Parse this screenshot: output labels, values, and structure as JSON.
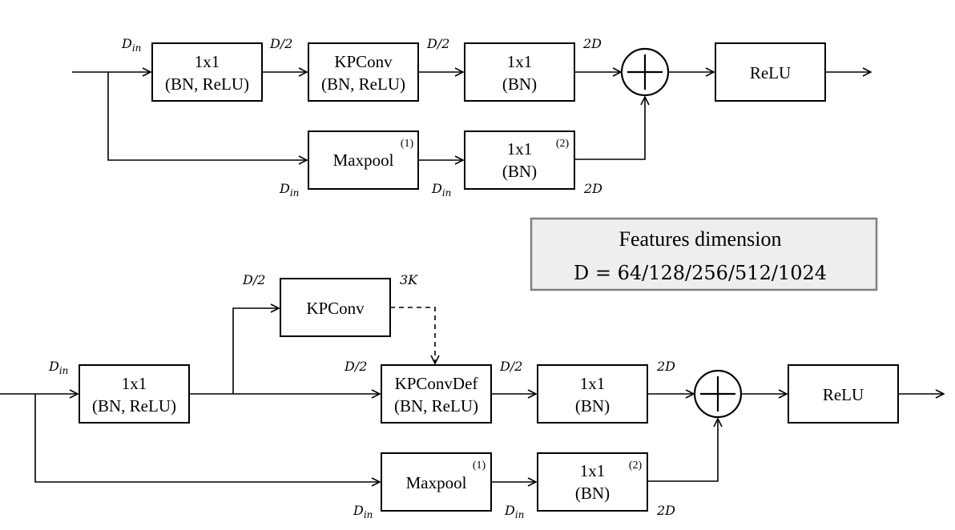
{
  "top_block": {
    "conv1": {
      "line1": "1x1",
      "line2": "(BN, ReLU)"
    },
    "kpconv": {
      "line1": "KPConv",
      "line2": "(BN, ReLU)"
    },
    "conv2": {
      "line1": "1x1",
      "line2": "(BN)"
    },
    "relu": "ReLU",
    "maxpool": {
      "label": "Maxpool",
      "note": "(1)"
    },
    "shortcut_conv": {
      "line1": "1x1",
      "line2": "(BN)",
      "note": "(2)"
    },
    "dims": {
      "input": {
        "base": "D",
        "sub": "in"
      },
      "after_conv1": "D/2",
      "after_kpconv": "D/2",
      "after_conv2": "2D",
      "maxpool_in": {
        "base": "D",
        "sub": "in"
      },
      "shortcut_in": {
        "base": "D",
        "sub": "in"
      },
      "shortcut_out": "2D"
    }
  },
  "legend": {
    "title": "Features dimension",
    "equation": "D = 64/128/256/512/1024"
  },
  "bottom_block": {
    "offset_conv": "KPConv",
    "conv1": {
      "line1": "1x1",
      "line2": "(BN, ReLU)"
    },
    "kpconvdef": {
      "line1": "KPConvDef",
      "line2": "(BN, ReLU)"
    },
    "conv2": {
      "line1": "1x1",
      "line2": "(BN)"
    },
    "relu": "ReLU",
    "maxpool": {
      "label": "Maxpool",
      "note": "(1)"
    },
    "shortcut_conv": {
      "line1": "1x1",
      "line2": "(BN)",
      "note": "(2)"
    },
    "dims": {
      "offset_in": "D/2",
      "offset_out": "3K",
      "input": {
        "base": "D",
        "sub": "in"
      },
      "kpconvdef_in": "D/2",
      "after_kpconvdef": "D/2",
      "after_conv2": "2D",
      "maxpool_in": {
        "base": "D",
        "sub": "in"
      },
      "shortcut_in": {
        "base": "D",
        "sub": "in"
      },
      "shortcut_out": "2D"
    }
  }
}
